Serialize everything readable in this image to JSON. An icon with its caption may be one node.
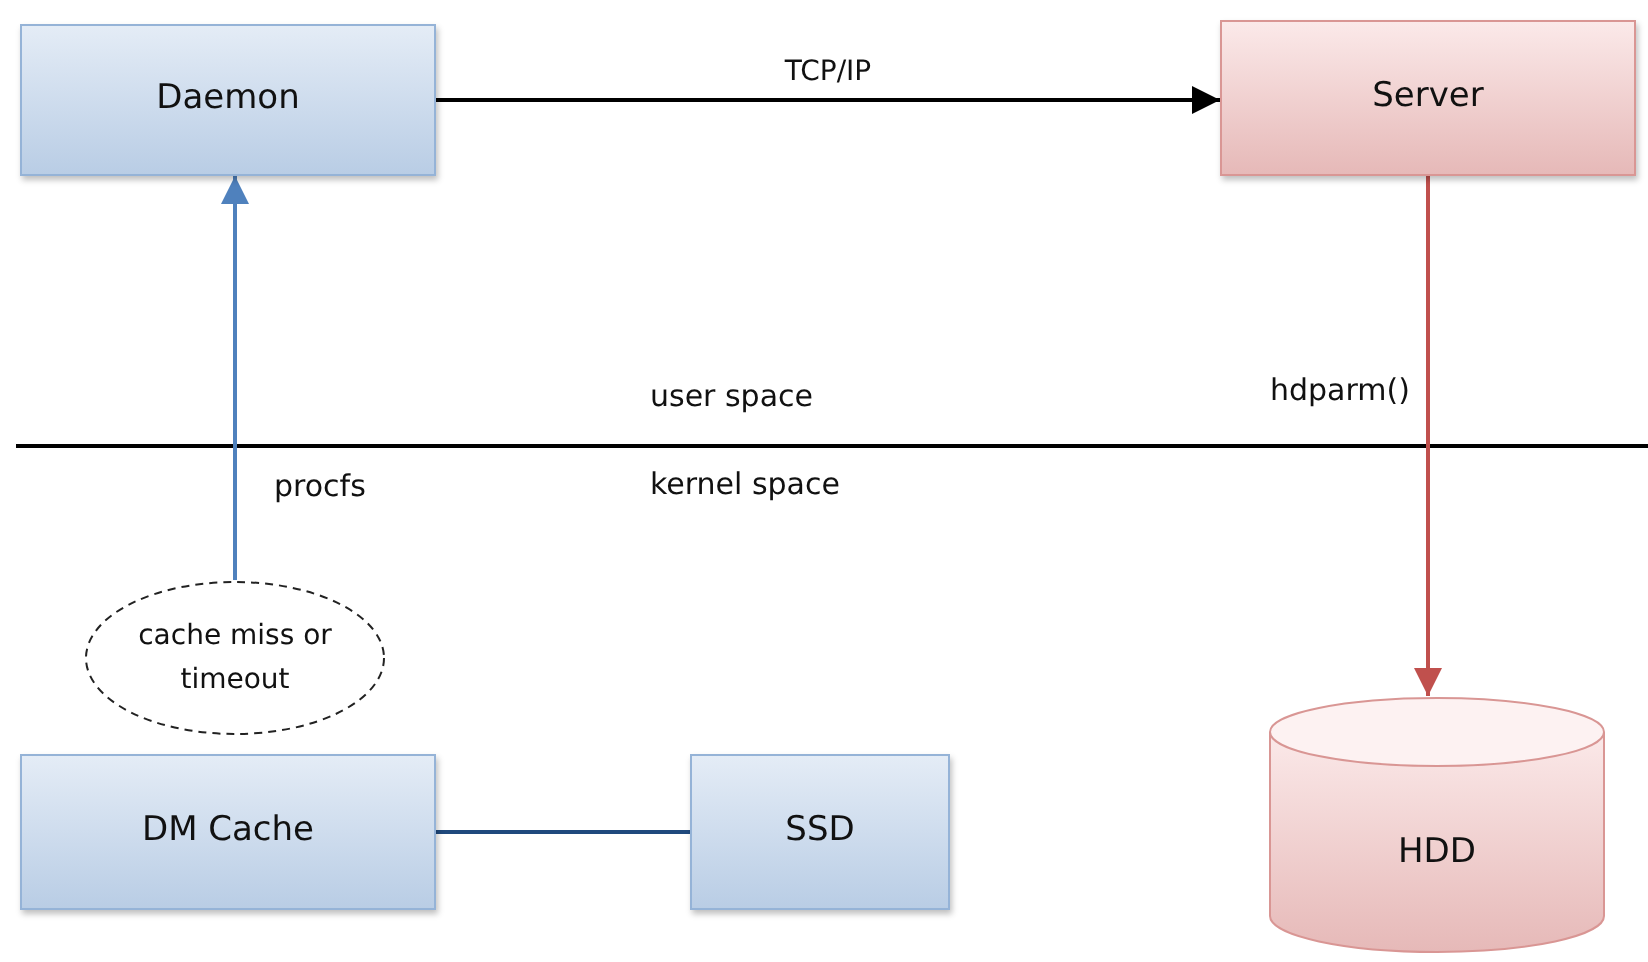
{
  "diagram": {
    "nodes": [
      {
        "text": [
          "Daemon"
        ]
      },
      {
        "text": [
          "Server"
        ]
      },
      {
        "text": [
          "cache miss or timeout"
        ]
      },
      {
        "text": [
          "DM Cache"
        ]
      },
      {
        "text": [
          "SSD"
        ]
      },
      {
        "text": [
          "HDD"
        ]
      }
    ],
    "edges": [
      {
        "from": 0,
        "to": 1,
        "arrow": "to",
        "label": "TCP/IP"
      },
      {
        "from": 2,
        "to": 0,
        "arrow": "to",
        "color": "#4f81bd"
      },
      {
        "from": 1,
        "to": 5,
        "arrow": "to",
        "color": "#c0504d"
      },
      {
        "from": 3,
        "to": 4,
        "arrow": "none",
        "color": "#1f497d"
      }
    ],
    "labels": [
      "user space",
      "hdparm()",
      "procfs",
      "kernel space"
    ]
  }
}
